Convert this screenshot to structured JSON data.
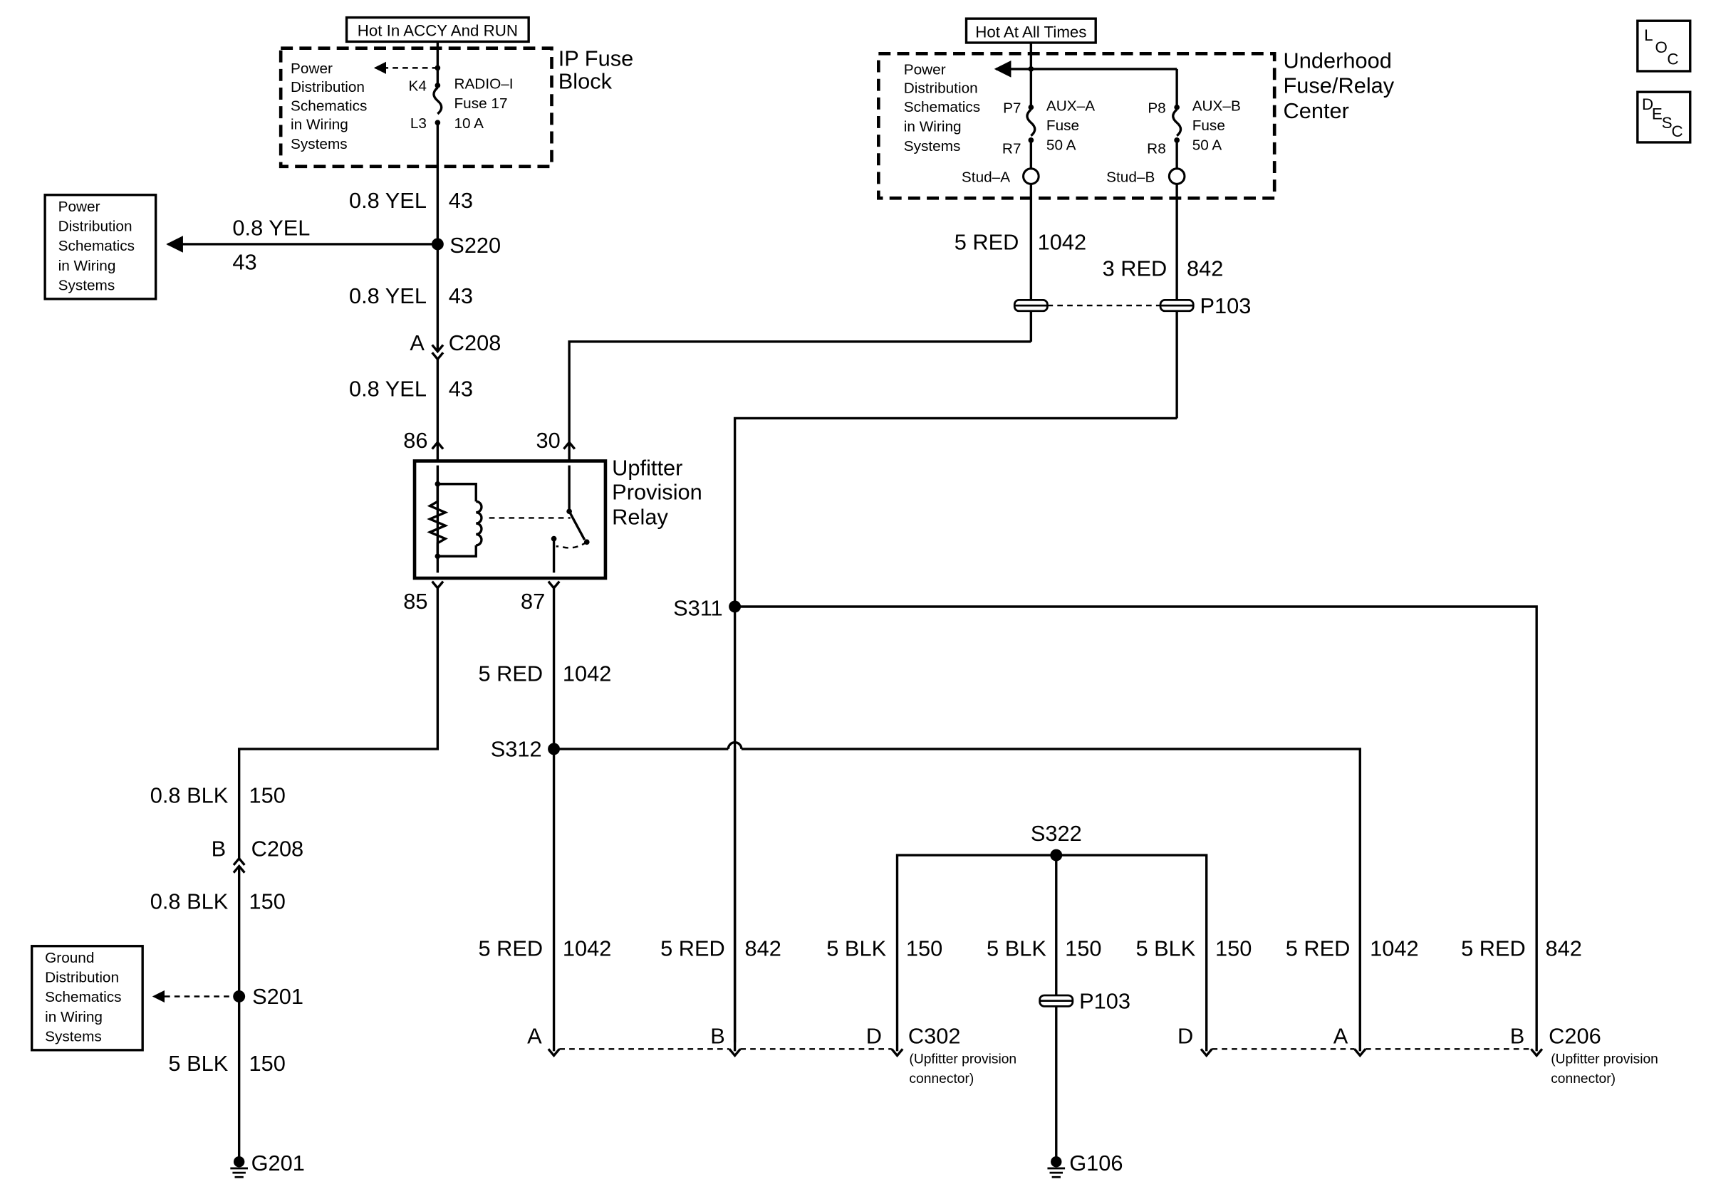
{
  "boxes": {
    "ip_hot": "Hot In ACCY And RUN",
    "uh_hot": "Hot At All Times",
    "pds_lines": [
      "Power",
      "Distribution",
      "Schematics",
      "in Wiring",
      "Systems"
    ],
    "gds_lines": [
      "Ground",
      "Distribution",
      "Schematics",
      "in Wiring",
      "Systems"
    ],
    "loc": [
      "L",
      "O",
      "C"
    ],
    "desc": [
      "D",
      "E",
      "S",
      "C"
    ]
  },
  "ip_fuse_block": {
    "name_lines": [
      "IP Fuse",
      "Block"
    ],
    "term_in": "K4",
    "term_out": "L3",
    "fuse_lines": [
      "RADIO–I",
      "Fuse 17",
      "10 A"
    ]
  },
  "underhood": {
    "name_lines": [
      "Underhood",
      "Fuse/Relay",
      "Center"
    ],
    "fuse_a": {
      "in": "P7",
      "out": "R7",
      "lines": [
        "AUX–A",
        "Fuse",
        "50 A"
      ],
      "stud": "Stud–A"
    },
    "fuse_b": {
      "in": "P8",
      "out": "R8",
      "lines": [
        "AUX–B",
        "Fuse",
        "50 A"
      ],
      "stud": "Stud–B"
    }
  },
  "relay": {
    "name_lines": [
      "Upfitter",
      "Provision",
      "Relay"
    ],
    "pin86": "86",
    "pin30": "30",
    "pin85": "85",
    "pin87": "87"
  },
  "wires": {
    "w1": {
      "c": "0.8 YEL",
      "n": "43"
    },
    "w2": {
      "c": "0.8 YEL",
      "n": "43"
    },
    "w3": {
      "c": "0.8 YEL",
      "n": "43"
    },
    "w4": {
      "c": "0.8 YEL",
      "n": "43"
    },
    "w5": {
      "c": "5 RED",
      "n": "1042"
    },
    "w6": {
      "c": "3 RED",
      "n": "842"
    },
    "w7": {
      "c": "5 RED",
      "n": "1042"
    },
    "w8": {
      "c": "0.8 BLK",
      "n": "150"
    },
    "w9": {
      "c": "0.8 BLK",
      "n": "150"
    },
    "w10": {
      "c": "5 BLK",
      "n": "150"
    },
    "w11": {
      "c": "5 RED",
      "n": "1042"
    },
    "w12": {
      "c": "5 RED",
      "n": "842"
    },
    "w13": {
      "c": "5 BLK",
      "n": "150"
    },
    "w14": {
      "c": "5 BLK",
      "n": "150"
    },
    "w15": {
      "c": "5 BLK",
      "n": "150"
    },
    "w16": {
      "c": "5 RED",
      "n": "1042"
    },
    "w17": {
      "c": "5 RED",
      "n": "842"
    }
  },
  "splices": {
    "s220": "S220",
    "s311": "S311",
    "s312": "S312",
    "s322": "S322",
    "s201": "S201"
  },
  "connectors": {
    "c208": "C208",
    "c208_a": "A",
    "c208_b": "B",
    "p103": "P103",
    "c302": "C302",
    "c302_note": [
      "(Upfitter provision",
      "connector)"
    ],
    "c302_pins": [
      "A",
      "B",
      "D"
    ],
    "c206": "C206",
    "c206_note": [
      "(Upfitter provision",
      "connector)"
    ],
    "c206_pins": [
      "D",
      "A",
      "B"
    ]
  },
  "grounds": {
    "g201": "G201",
    "g106": "G106"
  }
}
